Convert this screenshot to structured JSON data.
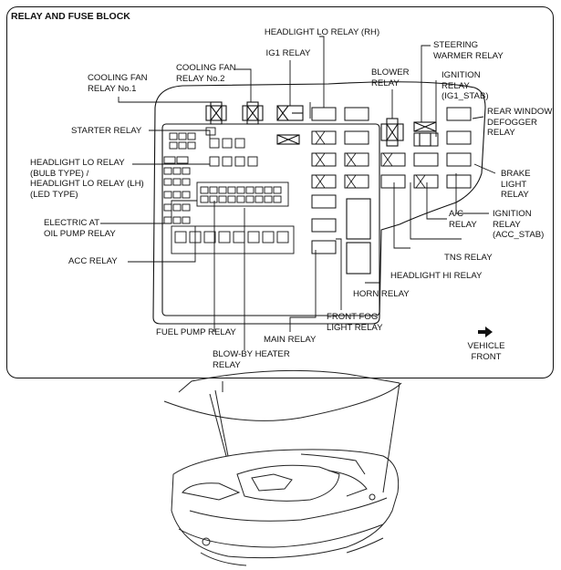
{
  "title": "RELAY AND FUSE BLOCK",
  "labels": {
    "headlight_lo_rh": "HEADLIGHT LO RELAY (RH)",
    "steering_warmer": "STEERING\nWARMER RELAY",
    "ig1": "IG1 RELAY",
    "cooling_fan_no2": "COOLING FAN\nRELAY No.2",
    "cooling_fan_no1": "COOLING FAN\nRELAY No.1",
    "blower": "BLOWER\nRELAY",
    "ignition_ig1_stab": "IGNITION\nRELAY\n(IG1_STAB)",
    "rear_window_defogger": "REAR WINDOW\nDEFOGGER\nRELAY",
    "starter": "STARTER RELAY",
    "headlight_lo_bulb": "HEADLIGHT LO RELAY\n(BULB TYPE) /\nHEADLIGHT LO RELAY (LH)\n(LED TYPE)",
    "brake_light": "BRAKE\nLIGHT\nRELAY",
    "electric_at_oil_pump": "ELECTRIC AT\nOIL PUMP RELAY",
    "ac": "A/C\nRELAY",
    "ignition_acc_stab": "IGNITION\nRELAY\n(ACC_STAB)",
    "acc": "ACC RELAY",
    "tns": "TNS RELAY",
    "headlight_hi": "HEADLIGHT HI RELAY",
    "horn": "HORN RELAY",
    "fuel_pump": "FUEL PUMP RELAY",
    "front_fog": "FRONT FOG\nLIGHT RELAY",
    "main": "MAIN RELAY",
    "blow_by_heater": "BLOW-BY HEATER\nRELAY",
    "vehicle_front": "VEHICLE\nFRONT"
  },
  "icons": {
    "direction": "right-arrow-icon"
  }
}
